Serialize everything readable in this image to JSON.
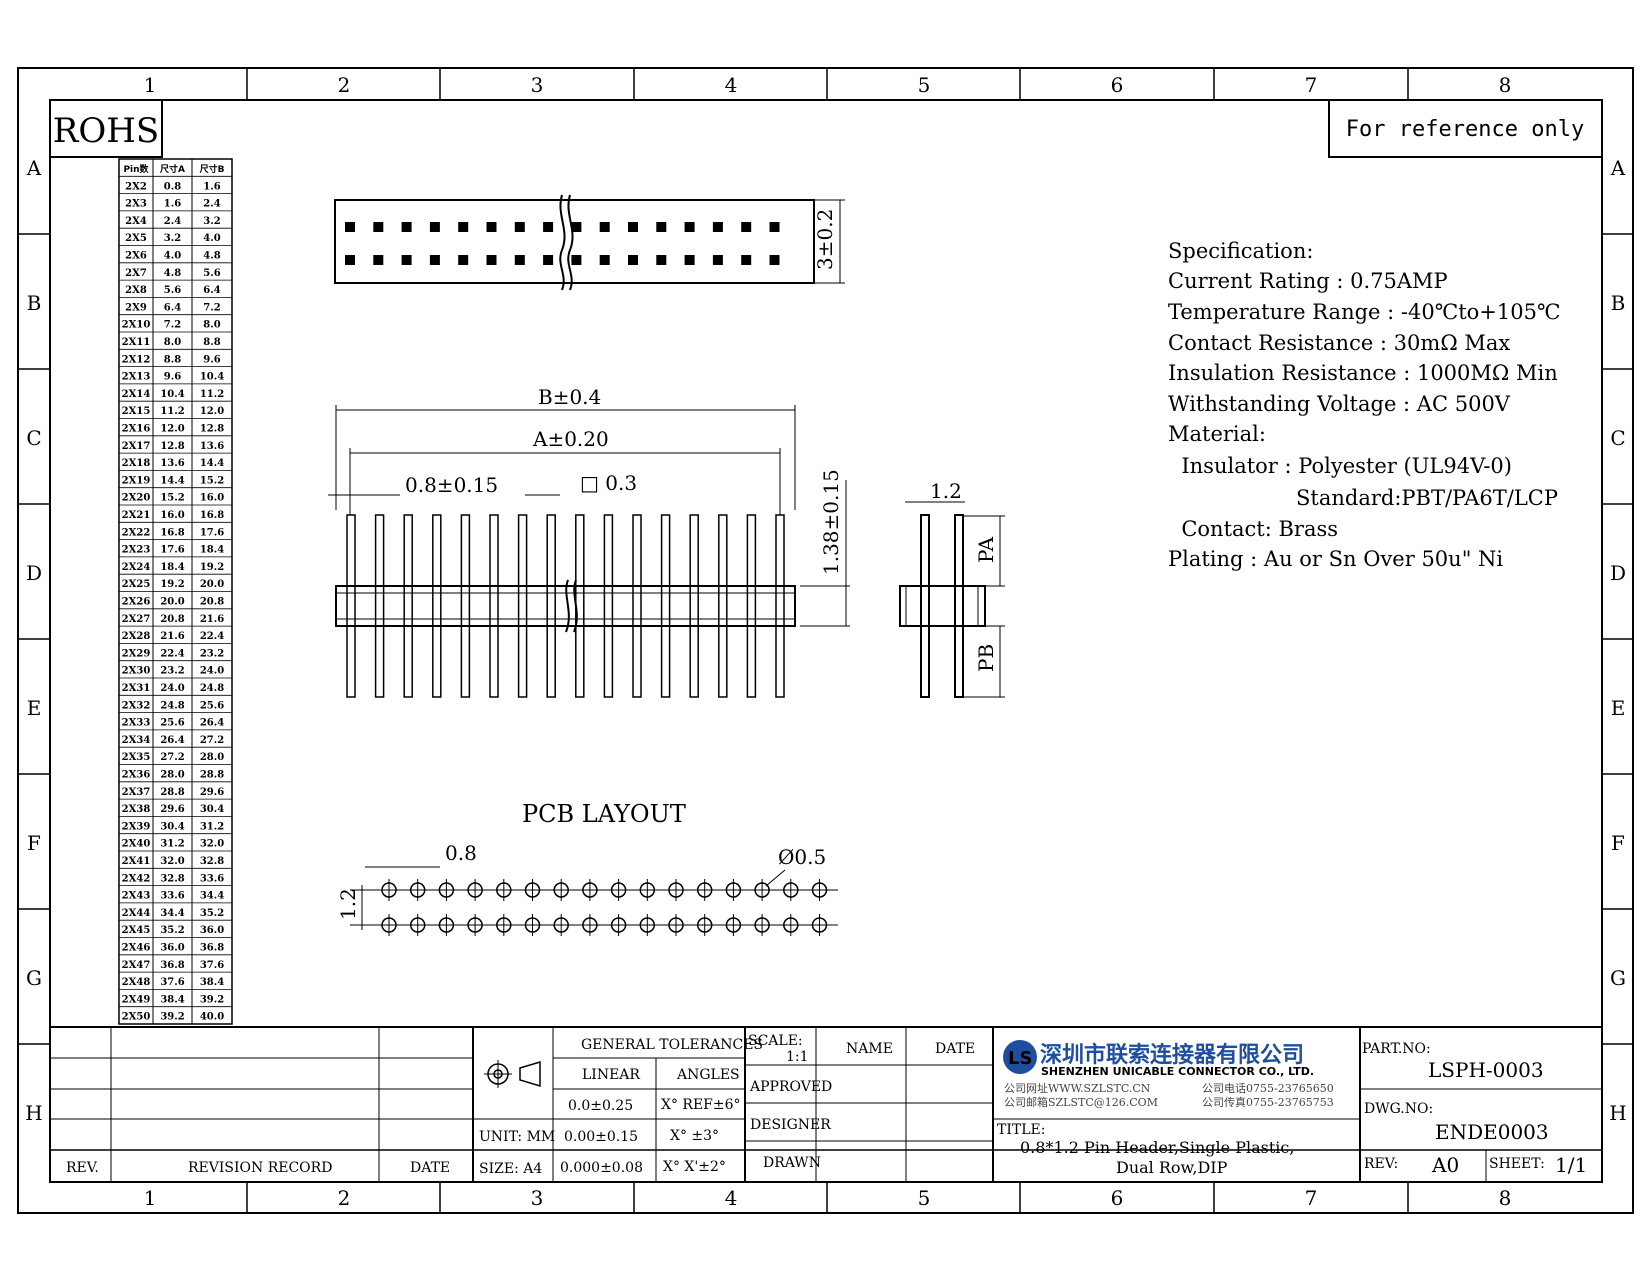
{
  "border": {
    "columns": [
      "1",
      "2",
      "3",
      "4",
      "5",
      "6",
      "7",
      "8"
    ],
    "rows": [
      "A",
      "B",
      "C",
      "D",
      "E",
      "F",
      "G",
      "H"
    ]
  },
  "rohs": "ROHS",
  "reference": "For reference only",
  "pin_table": {
    "headers": [
      "Pin数",
      "尺寸A",
      "尺寸B"
    ],
    "rows": [
      [
        "2X2",
        "0.8",
        "1.6"
      ],
      [
        "2X3",
        "1.6",
        "2.4"
      ],
      [
        "2X4",
        "2.4",
        "3.2"
      ],
      [
        "2X5",
        "3.2",
        "4.0"
      ],
      [
        "2X6",
        "4.0",
        "4.8"
      ],
      [
        "2X7",
        "4.8",
        "5.6"
      ],
      [
        "2X8",
        "5.6",
        "6.4"
      ],
      [
        "2X9",
        "6.4",
        "7.2"
      ],
      [
        "2X10",
        "7.2",
        "8.0"
      ],
      [
        "2X11",
        "8.0",
        "8.8"
      ],
      [
        "2X12",
        "8.8",
        "9.6"
      ],
      [
        "2X13",
        "9.6",
        "10.4"
      ],
      [
        "2X14",
        "10.4",
        "11.2"
      ],
      [
        "2X15",
        "11.2",
        "12.0"
      ],
      [
        "2X16",
        "12.0",
        "12.8"
      ],
      [
        "2X17",
        "12.8",
        "13.6"
      ],
      [
        "2X18",
        "13.6",
        "14.4"
      ],
      [
        "2X19",
        "14.4",
        "15.2"
      ],
      [
        "2X20",
        "15.2",
        "16.0"
      ],
      [
        "2X21",
        "16.0",
        "16.8"
      ],
      [
        "2X22",
        "16.8",
        "17.6"
      ],
      [
        "2X23",
        "17.6",
        "18.4"
      ],
      [
        "2X24",
        "18.4",
        "19.2"
      ],
      [
        "2X25",
        "19.2",
        "20.0"
      ],
      [
        "2X26",
        "20.0",
        "20.8"
      ],
      [
        "2X27",
        "20.8",
        "21.6"
      ],
      [
        "2X28",
        "21.6",
        "22.4"
      ],
      [
        "2X29",
        "22.4",
        "23.2"
      ],
      [
        "2X30",
        "23.2",
        "24.0"
      ],
      [
        "2X31",
        "24.0",
        "24.8"
      ],
      [
        "2X32",
        "24.8",
        "25.6"
      ],
      [
        "2X33",
        "25.6",
        "26.4"
      ],
      [
        "2X34",
        "26.4",
        "27.2"
      ],
      [
        "2X35",
        "27.2",
        "28.0"
      ],
      [
        "2X36",
        "28.0",
        "28.8"
      ],
      [
        "2X37",
        "28.8",
        "29.6"
      ],
      [
        "2X38",
        "29.6",
        "30.4"
      ],
      [
        "2X39",
        "30.4",
        "31.2"
      ],
      [
        "2X40",
        "31.2",
        "32.0"
      ],
      [
        "2X41",
        "32.0",
        "32.8"
      ],
      [
        "2X42",
        "32.8",
        "33.6"
      ],
      [
        "2X43",
        "33.6",
        "34.4"
      ],
      [
        "2X44",
        "34.4",
        "35.2"
      ],
      [
        "2X45",
        "35.2",
        "36.0"
      ],
      [
        "2X46",
        "36.0",
        "36.8"
      ],
      [
        "2X47",
        "36.8",
        "37.6"
      ],
      [
        "2X48",
        "37.6",
        "38.4"
      ],
      [
        "2X49",
        "38.4",
        "39.2"
      ],
      [
        "2X50",
        "39.2",
        "40.0"
      ]
    ]
  },
  "drawing": {
    "top_height": "3±0.2",
    "dim_b": "B±0.4",
    "dim_a": "A±0.20",
    "pitch": "0.8±0.15",
    "pin_square": "□ 0.3",
    "body_height": "1.38±0.15",
    "side_pitch": "1.2",
    "pa": "PA",
    "pb": "PB",
    "pcb_title": "PCB  LAYOUT",
    "pcb_pitch": "0.8",
    "pcb_row": "1.2",
    "pcb_hole": "Ø0.5"
  },
  "specification": [
    "Specification:",
    "Current Rating : 0.75AMP",
    "Temperature Range : -40℃to+105℃",
    "Contact Resistance : 30mΩ Max",
    "Insulation Resistance : 1000MΩ Min",
    "Withstanding Voltage : AC 500V",
    "Material:",
    "  Insulator : Polyester (UL94V-0)",
    "Standard:PBT/PA6T/LCP",
    "  Contact: Brass",
    "Plating : Au or Sn Over 50u\" Ni"
  ],
  "title_block": {
    "rev_label": "REV.",
    "revision_record": "REVISION RECORD",
    "date_label": "DATE",
    "general_tolerances": "GENERAL TOLERANCES",
    "linear": "LINEAR",
    "angles": "ANGLES",
    "tol1": "0.0±0.25",
    "tol2": "0.00±0.15",
    "tol3": "0.000±0.08",
    "ang1": "X° REF±6°",
    "ang2": "X° ±3°",
    "ang3": "X° X'±2°",
    "unit": "UNIT: MM",
    "size": "SIZE: A4",
    "scale_label": "SCALE:",
    "scale_value": "1:1",
    "name": "NAME",
    "date": "DATE",
    "approved": "APPROVED",
    "designer": "DESIGNER",
    "drawn": "DRAWN",
    "company_cn": "深圳市联索连接器有限公司",
    "company_en": "SHENZHEN UNICABLE CONNECTOR CO., LTD.",
    "website": "公司网址WWW.SZLSTC.CN",
    "email": "公司邮箱SZLSTC@126.COM",
    "phone": "公司电话0755-23765650",
    "fax": "公司传真0755-23765753",
    "title_label": "TITLE:",
    "title_line1": "0.8*1.2 Pin Header,Single Plastic,",
    "title_line2": "Dual Row,DIP",
    "part_no_label": "PART.NO:",
    "part_no": "LSPH-0003",
    "dwg_no_label": "DWG.NO:",
    "dwg_no": "ENDE0003",
    "rev_small": "REV:",
    "rev_value": "A0",
    "sheet_label": "SHEET:",
    "sheet_value": "1/1"
  }
}
